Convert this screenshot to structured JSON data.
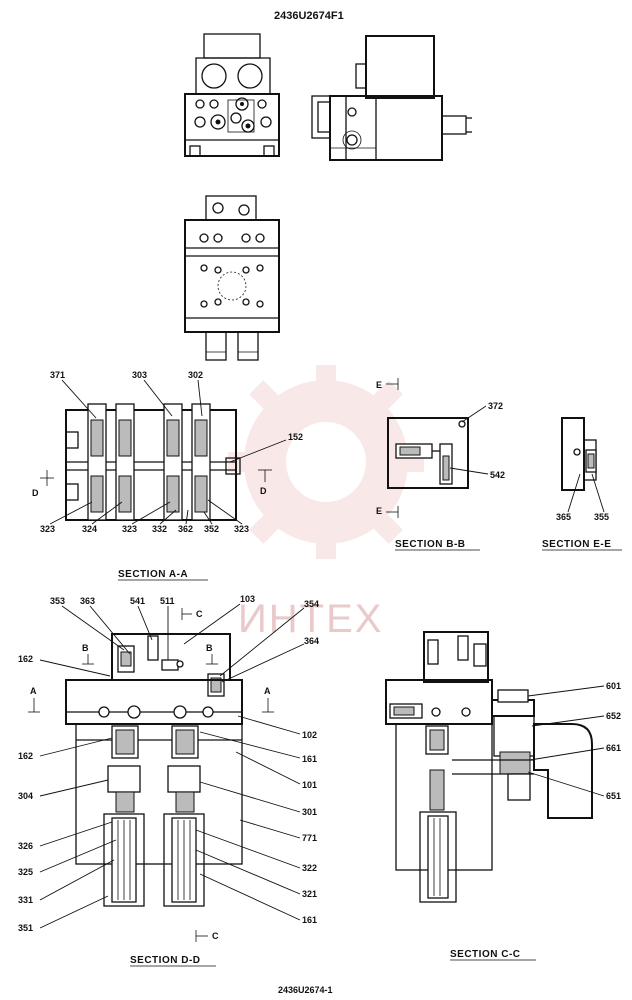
{
  "drawing": {
    "title": "2436U2674F1",
    "footer": "2436U2674-1",
    "watermark": "ИНТЕХ"
  },
  "sections": {
    "aa": "SECTION  A-A",
    "bb": "SECTION  B-B",
    "ee": "SECTION  E-E",
    "dd": "SECTION  D-D",
    "cc": "SECTION  C-C"
  },
  "markers": {
    "e": "E",
    "d": "D",
    "c": "C",
    "b": "B",
    "a": "A"
  },
  "labels": {
    "aa": [
      "371",
      "303",
      "302",
      "152",
      "323",
      "324",
      "323",
      "332",
      "362",
      "352",
      "323"
    ],
    "bb": [
      "372",
      "542"
    ],
    "ee": [
      "365",
      "355"
    ],
    "dd": [
      "353",
      "363",
      "541",
      "511",
      "103",
      "354",
      "364",
      "162",
      "102",
      "162",
      "161",
      "101",
      "304",
      "301",
      "771",
      "326",
      "325",
      "322",
      "331",
      "321",
      "351",
      "161"
    ],
    "cc": [
      "601",
      "652",
      "661",
      "651"
    ]
  },
  "colors": {
    "line": "#111111",
    "watermark": "#e9c9c9"
  }
}
